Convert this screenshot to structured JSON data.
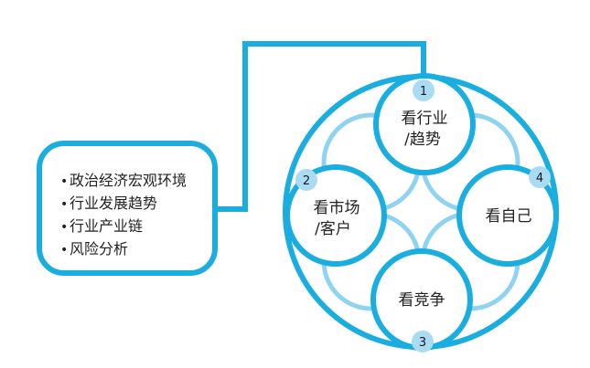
{
  "info_box": {
    "items": [
      "政治经济宏观环境",
      "行业发展趋势",
      "行业产业链",
      "风险分析"
    ]
  },
  "nodes": {
    "top": {
      "line1": "看行业",
      "line2": "/趋势",
      "badge": "1"
    },
    "left": {
      "line1": "看市场",
      "line2": "/客户",
      "badge": "2"
    },
    "bottom": {
      "line1": "看竞争",
      "badge": "3"
    },
    "right": {
      "line1": "看自己",
      "badge": "4"
    }
  },
  "colors": {
    "primary": "#1aaee0",
    "light": "#8fd3f0",
    "badge_fill": "#a9dcf3"
  }
}
